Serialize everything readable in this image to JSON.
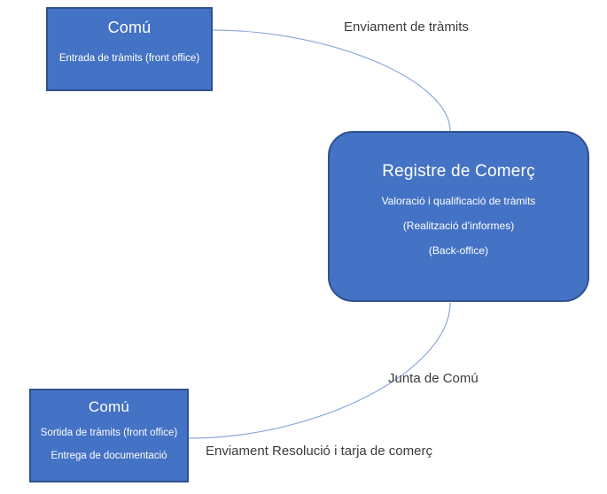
{
  "diagram": {
    "nodes": {
      "comu_top": {
        "title": "Comú",
        "lines": [
          "Entrada de tràmits (front office)"
        ]
      },
      "registre": {
        "title": "Registre de Comerç",
        "lines": [
          "Valoració i qualificació de tràmits",
          "(Realització d’informes)",
          "(Back-office)"
        ]
      },
      "comu_bottom": {
        "title": "Comú",
        "lines": [
          "Sortida de tràmits (front office)",
          "Entrega de documentació"
        ]
      }
    },
    "edge_labels": {
      "top": "Enviament de tràmits",
      "middle": "Junta de Comú",
      "bottom": "Enviament Resolució i tarja de comerç"
    },
    "colors": {
      "node_fill": "#4472C4",
      "node_border": "#2F528F",
      "node_text": "#FFFFFF",
      "connector": "#8BA7DA",
      "label_text": "#3B3B3B",
      "background": "#FFFFFF"
    }
  }
}
